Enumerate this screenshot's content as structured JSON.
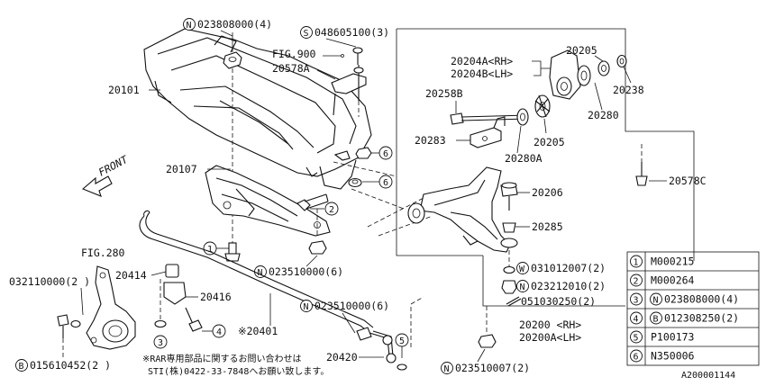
{
  "labels": {
    "n1": "023808000(4)",
    "s1": "048605100(3)",
    "fig900": "FIG.900",
    "p20578A": "20578A",
    "p20101": "20101",
    "p20107": "20107",
    "p20204A": "20204A<RH>",
    "p20204B": "20204B<LH>",
    "p20205a": "20205",
    "p20238": "20238",
    "p20258B": "20258B",
    "p20280": "20280",
    "p20283": "20283",
    "p20205b": "20205",
    "p20280A": "20280A",
    "p20578C": "20578C",
    "p20206": "20206",
    "p20285": "20285",
    "w1": "031012007(2)",
    "n2": "023212010(2)",
    "p051030250": "051030250(2)",
    "p20200": "20200 <RH>",
    "p20200A": "20200A<LH>",
    "front": "FRONT",
    "fig280": "FIG.280",
    "p032110000": "032110000(2 )",
    "p20414": "20414",
    "p20416": "20416",
    "p20401": "※20401",
    "n3": "023510000(6)",
    "n4": "023510000(6)",
    "p20420": "20420",
    "n5": "023510007(2)",
    "b1": "015610452(2 )",
    "note1": "※RAR専用部品に関するお問い合わせは",
    "note2": "STI(株)0422-33-7848へお願い致します。",
    "ref": "A200001144"
  },
  "callouts": {
    "c1": "1",
    "c2": "2",
    "c3": "3",
    "c4": "4",
    "c5": "5",
    "c6a": "6",
    "c6b": "6"
  },
  "prefixes": {
    "N": "N",
    "S": "S",
    "W": "W",
    "B": "B"
  },
  "legend": [
    {
      "num": "1",
      "prefix": "",
      "code": "M000215"
    },
    {
      "num": "2",
      "prefix": "",
      "code": "M000264"
    },
    {
      "num": "3",
      "prefix": "N",
      "code": "023808000(4)"
    },
    {
      "num": "4",
      "prefix": "B",
      "code": "012308250(2)"
    },
    {
      "num": "5",
      "prefix": "",
      "code": "P100173"
    },
    {
      "num": "6",
      "prefix": "",
      "code": "N350006"
    }
  ]
}
